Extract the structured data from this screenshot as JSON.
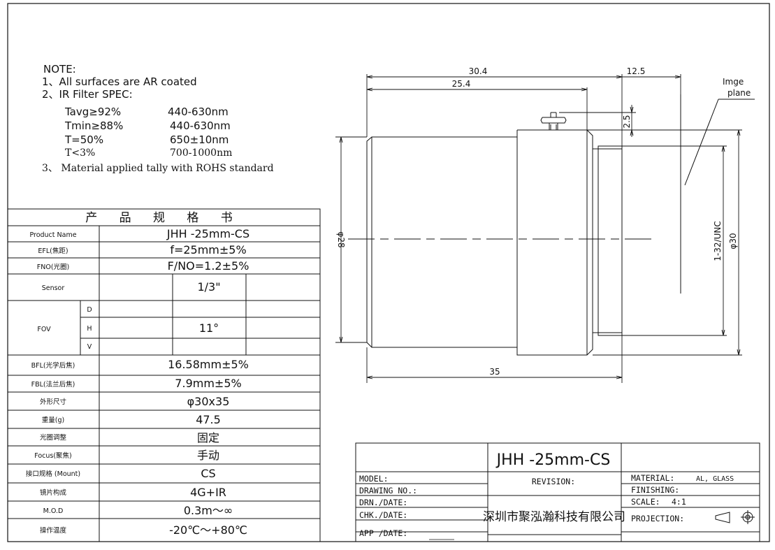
{
  "notes": {
    "heading": "NOTE:",
    "line1": "1、All surfaces are AR coated",
    "line2": "2、IR Filter SPEC:",
    "specs": [
      {
        "param": "Tavg≥92%",
        "value": "440-630nm"
      },
      {
        "param": "Tmin≥88%",
        "value": "440-630nm"
      },
      {
        "param": "T=50%",
        "value": "650±10nm"
      },
      {
        "param": "T<3%",
        "value": "700-1000nm"
      }
    ],
    "line3": "3、 Material applied tally with ROHS standard"
  },
  "spec_table": {
    "title": "产 品 规 格 书",
    "rows": [
      {
        "label": "Product Name",
        "value": "JHH -25mm-CS"
      },
      {
        "label": "EFL(焦距)",
        "value": "f=25mm±5%"
      },
      {
        "label": "FNO(光圈)",
        "value": "F/NO=1.2±5%"
      },
      {
        "label": "Sensor",
        "value": "1/3\""
      }
    ],
    "fov": {
      "label": "FOV",
      "d": "D",
      "h": "H",
      "v": "V",
      "h_value": "11°"
    },
    "rows2": [
      {
        "label": "BFL(光学后焦)",
        "value": "16.58mm±5%"
      },
      {
        "label": "FBL(法兰后焦)",
        "value": "7.9mm±5%"
      },
      {
        "label": "外形尺寸",
        "value": "φ30x35"
      },
      {
        "label": "重量(g)",
        "value": "47.5"
      },
      {
        "label": "光圈调整",
        "value": "固定"
      },
      {
        "label": "Focus(聚焦)",
        "value": "手动"
      },
      {
        "label": "接口规格 (Mount)",
        "value": "CS"
      },
      {
        "label": "镜片构成",
        "value": "4G+IR"
      },
      {
        "label": "M.O.D",
        "value": "0.3m～∞"
      },
      {
        "label": "操作温度",
        "value": "-20℃～+80℃"
      }
    ]
  },
  "drawing": {
    "dim_overall_top": "30.4",
    "dim_body_top": "25.4",
    "dim_back": "12.5",
    "dim_screw": "2.5",
    "dim_length": "35",
    "dim_dia_left": "φ28",
    "dim_thread": "1-32/UNC",
    "dim_dia_right": "φ30",
    "image_plane_label_1": "Imge",
    "image_plane_label_2": "plane"
  },
  "title_block": {
    "product": "JHH -25mm-CS",
    "model": "MODEL:",
    "revision": "REVISION:",
    "drawing_no": "DRAWING NO.:",
    "drn_date": "DRN./DATE:",
    "chk_date": "CHK./DATE:",
    "app_date": "APP /DATE:",
    "company": "深圳市聚泓瀚科技有限公司",
    "material_label": "MATERIAL:",
    "material_value": "AL, GLASS",
    "finishing": "FINISHING:",
    "scale_label": "SCALE:",
    "scale_value": "4:1",
    "projection": "PROJECTION:"
  }
}
